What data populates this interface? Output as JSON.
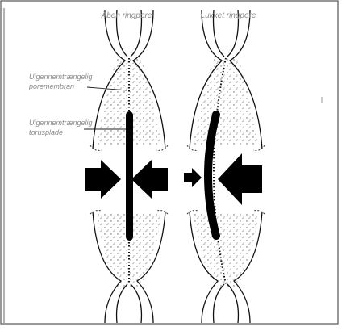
{
  "titles": {
    "open": "Åben ringpore",
    "closed": "Lukket ringpore"
  },
  "labels": {
    "membrane_line1": "Uigennemtrængelig",
    "membrane_line2": "poremembran",
    "plate_line1": "Uigennemtrængelig",
    "plate_line2": "torusplade"
  }
}
